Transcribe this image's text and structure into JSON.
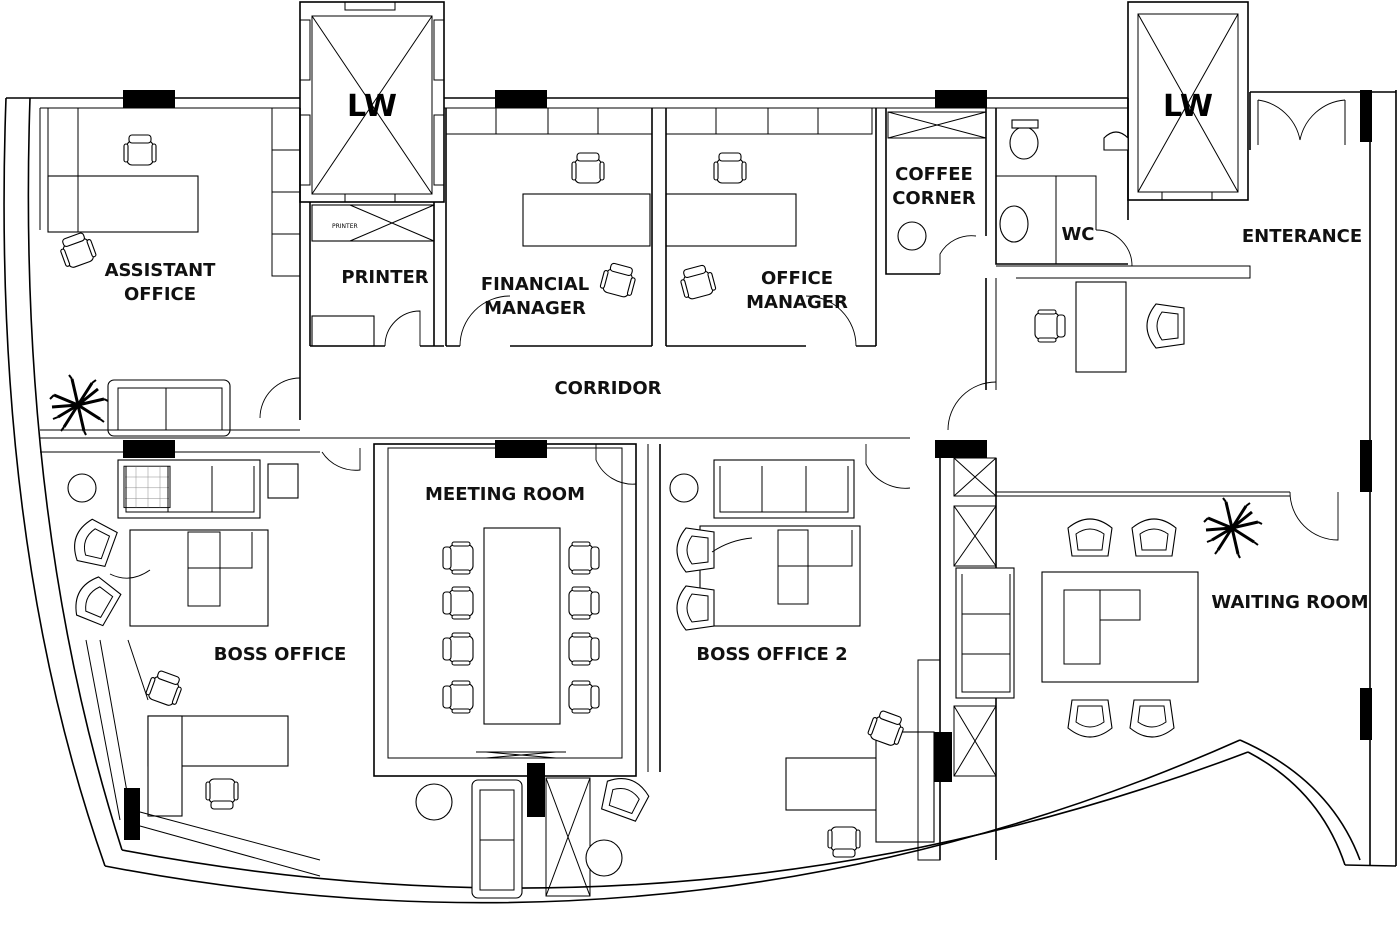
{
  "plan": {
    "rooms": {
      "assistant_office": [
        "ASSISTANT",
        "OFFICE"
      ],
      "printer": "PRINTER",
      "financial_manager": [
        "FINANCIAL",
        "MANAGER"
      ],
      "office_manager": [
        "OFFICE",
        "MANAGER"
      ],
      "coffee_corner": [
        "COFFEE",
        "CORNER"
      ],
      "wc": "WC",
      "entrance": "ENTERANCE",
      "corridor": "CORRIDOR",
      "meeting_room": "MEETING ROOM",
      "boss_office": "BOSS OFFICE",
      "boss_office_2": "BOSS OFFICE 2",
      "waiting_room": "WAITING ROOM"
    },
    "lift_label": "LW",
    "printer_unit_label": "PRINTER"
  }
}
